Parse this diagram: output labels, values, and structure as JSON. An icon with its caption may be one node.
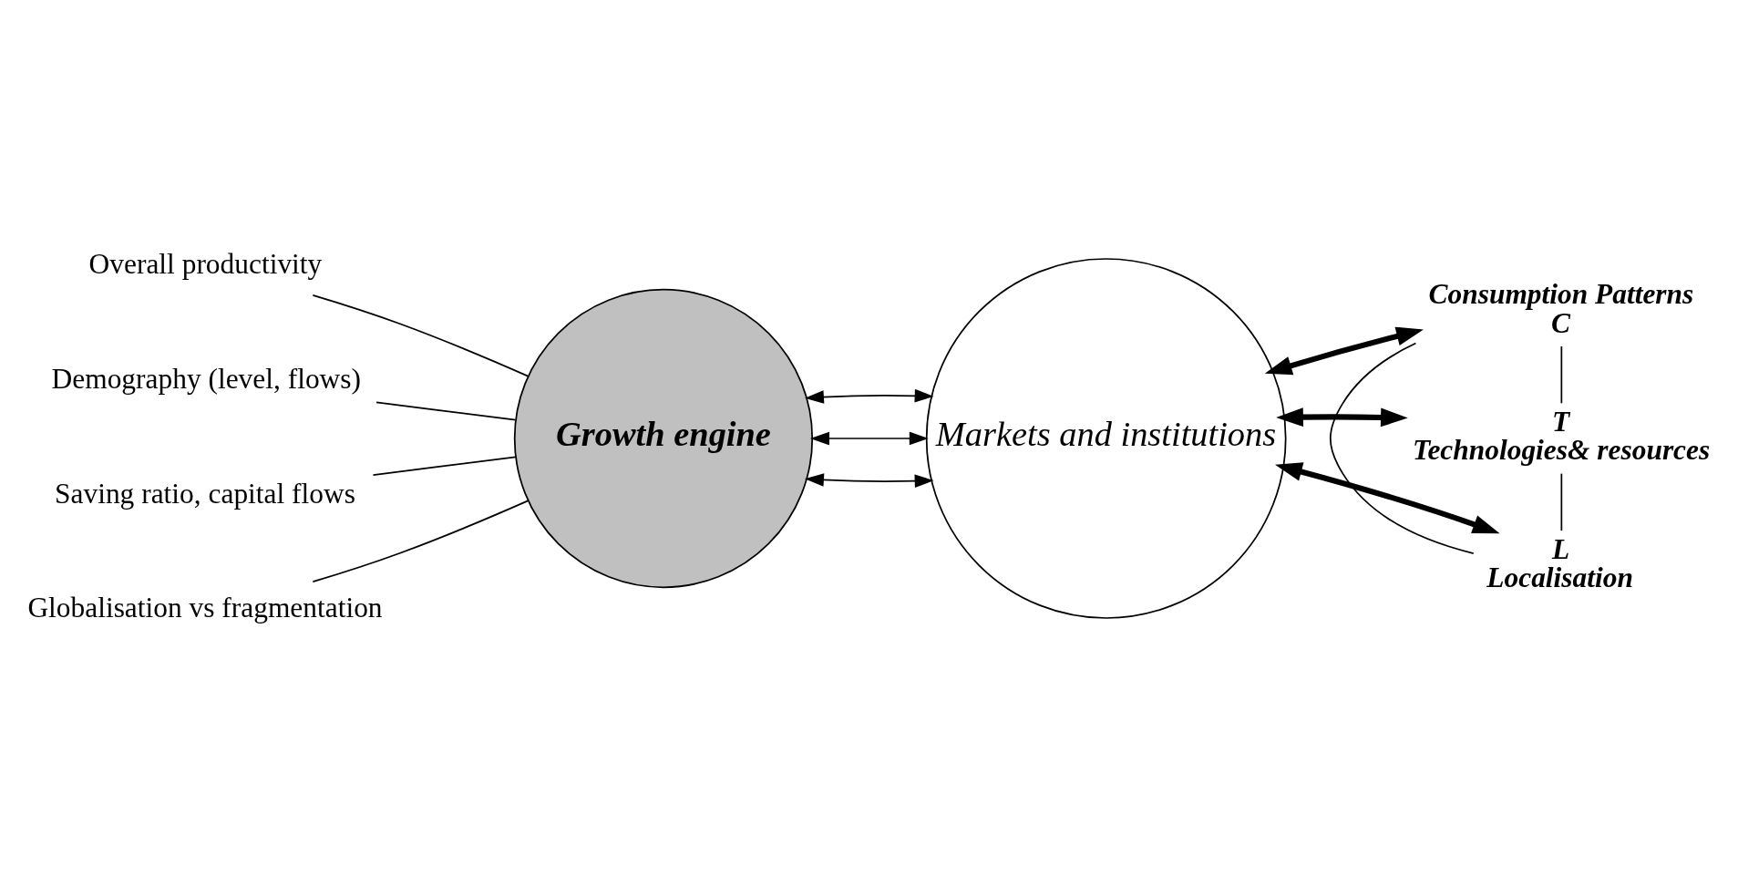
{
  "diagram": {
    "nodes": [
      {
        "text": [
          "Overall productivity"
        ]
      },
      {
        "text": [
          "Demography (level, flows)"
        ]
      },
      {
        "text": [
          "Saving ratio, capital flows"
        ]
      },
      {
        "text": [
          "Globalisation vs fragmentation"
        ]
      },
      {
        "text": [
          "Growth engine"
        ]
      },
      {
        "text": [
          "Markets and institutions"
        ]
      },
      {
        "text": [
          "Consumption Patterns",
          "C"
        ]
      },
      {
        "text": [
          "T",
          "Technologies& resources"
        ]
      },
      {
        "text": [
          "L",
          "Localisation"
        ]
      }
    ],
    "edges": [
      {
        "from": 0,
        "to": 4,
        "arrow": "none"
      },
      {
        "from": 1,
        "to": 4,
        "arrow": "none"
      },
      {
        "from": 2,
        "to": 4,
        "arrow": "none"
      },
      {
        "from": 3,
        "to": 4,
        "arrow": "none"
      },
      {
        "from": 4,
        "to": 5,
        "arrow": "both"
      },
      {
        "from": 4,
        "to": 5,
        "arrow": "both"
      },
      {
        "from": 4,
        "to": 5,
        "arrow": "both"
      },
      {
        "from": 6,
        "to": 7,
        "arrow": "none"
      },
      {
        "from": 7,
        "to": 8,
        "arrow": "none"
      },
      {
        "from": 8,
        "to": 6,
        "arrow": "none"
      },
      {
        "from": 6,
        "to": 5,
        "arrow": "both",
        "style": "thick"
      },
      {
        "from": 7,
        "to": 5,
        "arrow": "both",
        "style": "thick"
      },
      {
        "from": 8,
        "to": 5,
        "arrow": "both",
        "style": "thick"
      }
    ]
  }
}
